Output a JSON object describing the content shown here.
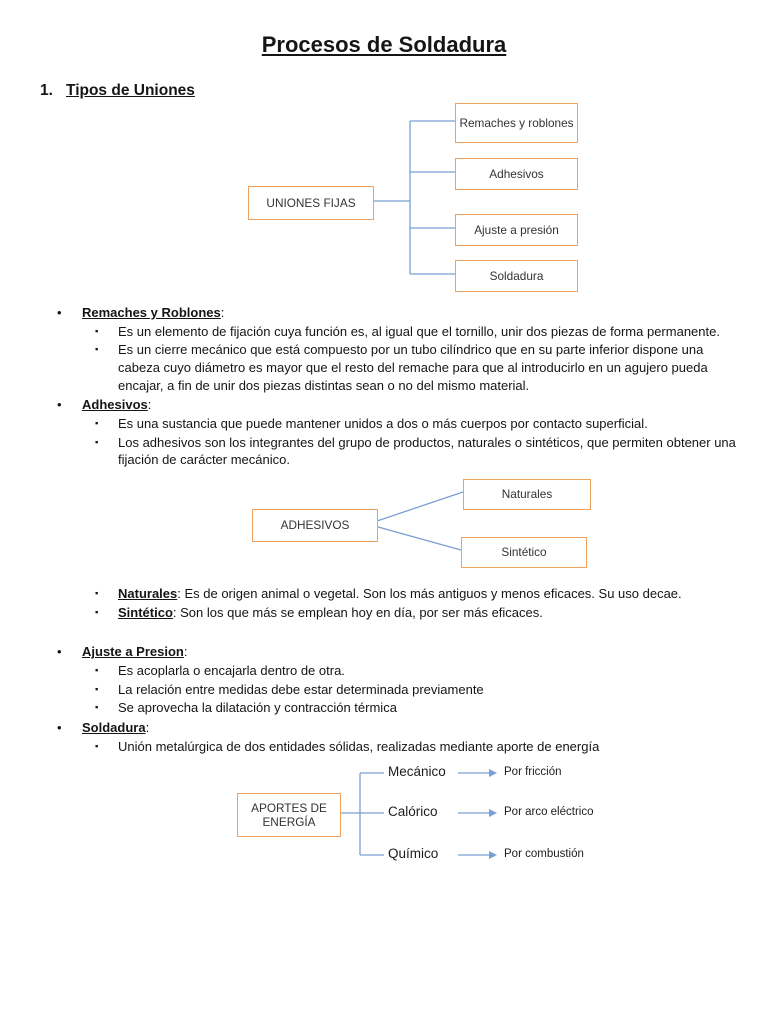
{
  "doc": {
    "title": "Procesos de Soldadura",
    "section_number": "1.",
    "section_title": "Tipos de Uniones",
    "colon": ":"
  },
  "markers": {
    "level1": "•",
    "level2": "▪"
  },
  "colors": {
    "box_border": "#F0A160",
    "connector": "#7A9FD2"
  },
  "diagram_uniones": {
    "root": "UNIONES FIJAS",
    "children": [
      "Remaches y roblones",
      "Adhesivos",
      "Ajuste a presión",
      "Soldadura"
    ]
  },
  "content": {
    "remaches": {
      "term": "Remaches y Roblones",
      "items": [
        "Es un elemento de fijación cuya función es, al igual que el tornillo, unir dos piezas de forma permanente.",
        "Es un cierre mecánico que está compuesto por un tubo cilíndrico que en su parte inferior dispone una cabeza cuyo diámetro es mayor que el resto del remache para que al introducirlo en un agujero pueda encajar, a fin de unir dos piezas distintas sean o no del mismo material."
      ]
    },
    "adhesivos": {
      "term": "Adhesivos",
      "items": [
        "Es una sustancia que puede mantener unidos a dos o más cuerpos por contacto superficial.",
        "Los adhesivos son los integrantes del grupo de productos, naturales o sintéticos, que permiten obtener una fijación de carácter mecánico."
      ]
    },
    "adhesivos_types": [
      {
        "lead": "Naturales",
        "text": ": Es de origen animal o vegetal. Son los más antiguos y menos eficaces. Su uso decae."
      },
      {
        "lead": "Sintético",
        "text": ": Son los que más se emplean hoy en día, por ser más eficaces."
      }
    ],
    "ajuste": {
      "term": "Ajuste a Presion",
      "items": [
        "Es acoplarla o encajarla dentro de otra.",
        "La relación entre medidas debe estar determinada previamente",
        "Se aprovecha la dilatación y contracción térmica"
      ]
    },
    "soldadura": {
      "term": "Soldadura",
      "items": [
        "Unión metalúrgica de dos entidades sólidas, realizadas mediante aporte de energía"
      ]
    }
  },
  "diagram_adhesivos": {
    "root": "ADHESIVOS",
    "children": [
      "Naturales",
      "Sintético"
    ]
  },
  "diagram_aportes": {
    "root": "APORTES DE ENERGÍA",
    "rows": [
      {
        "type": "Mecánico",
        "result": "Por fricción"
      },
      {
        "type": "Calórico",
        "result": "Por arco eléctrico"
      },
      {
        "type": "Químico",
        "result": "Por combustión"
      }
    ]
  }
}
